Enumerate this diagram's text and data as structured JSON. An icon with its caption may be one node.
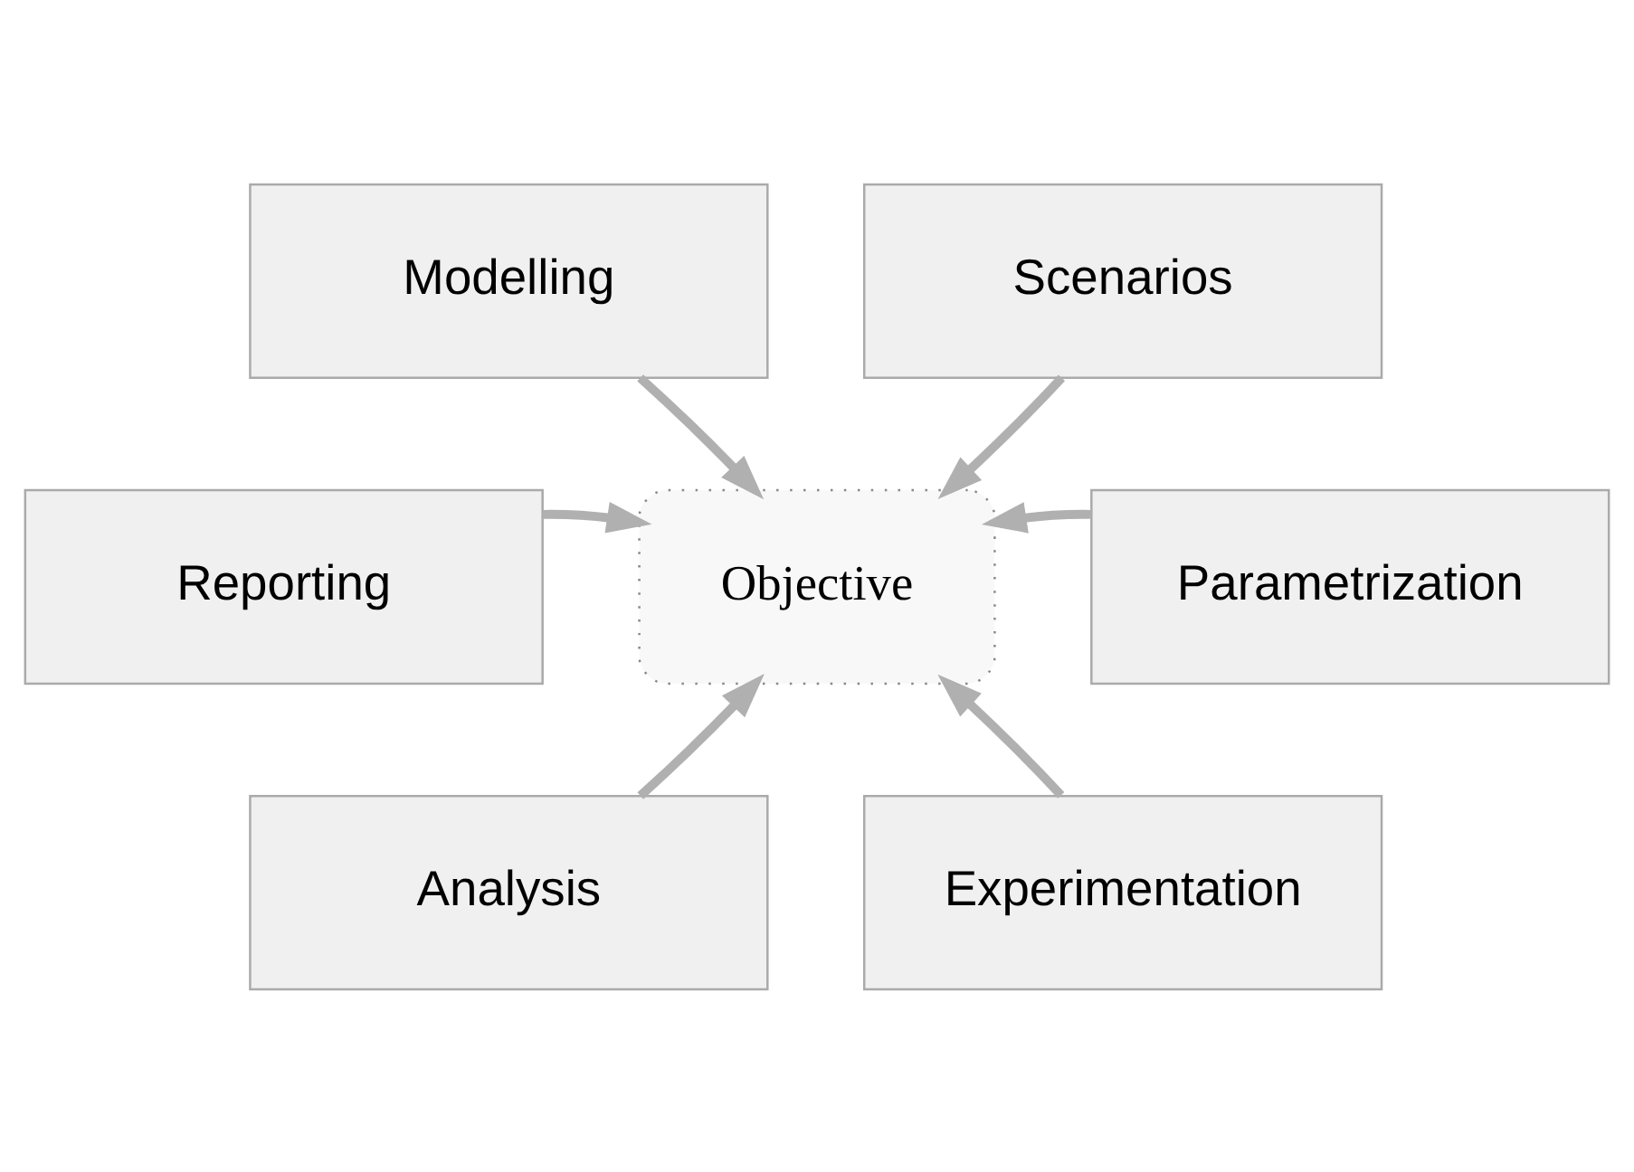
{
  "diagram": {
    "nodes": [
      {
        "text": [
          "Modelling"
        ]
      },
      {
        "text": [
          "Scenarios"
        ]
      },
      {
        "text": [
          "Reporting"
        ]
      },
      {
        "text": [
          "Objective"
        ]
      },
      {
        "text": [
          "Parametrization"
        ]
      },
      {
        "text": [
          "Analysis"
        ]
      },
      {
        "text": [
          "Experimentation"
        ]
      }
    ],
    "edges": [
      {
        "from": 0,
        "to": 3,
        "arrow": "to"
      },
      {
        "from": 1,
        "to": 3,
        "arrow": "to"
      },
      {
        "from": 2,
        "to": 3,
        "arrow": "to"
      },
      {
        "from": 4,
        "to": 3,
        "arrow": "to"
      },
      {
        "from": 5,
        "to": 3,
        "arrow": "to"
      },
      {
        "from": 6,
        "to": 3,
        "arrow": "to"
      }
    ]
  }
}
